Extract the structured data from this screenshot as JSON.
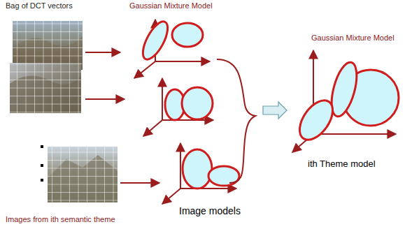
{
  "diagram": {
    "labels": [
      "Bag of DCT vectors",
      "Gaussian Mixture Model",
      "Gaussian Mixture Model",
      "ith Theme model",
      "Image models",
      "Images from ith semantic theme"
    ]
  }
}
